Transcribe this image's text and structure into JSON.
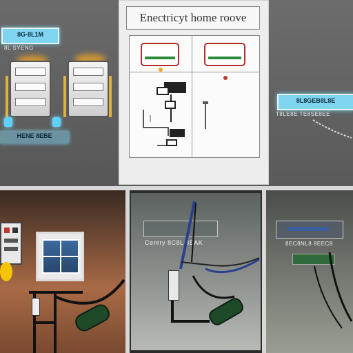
{
  "center": {
    "title": "Enectricyt home roove"
  },
  "left_top": {
    "label_top": "8G-8L1M",
    "caption_top": "8L SYENG",
    "label_bottom": "HENE 8EBE"
  },
  "right_top": {
    "label": "8L8GEB8L8E",
    "caption": "T8LE8E TE8SE8EE"
  },
  "mid_bottom": {
    "label": "",
    "caption": "Cenrry 8C8L 8EAK"
  },
  "right_bottom": {
    "caption": "8EC8NL8 8EEC8"
  },
  "colors": {
    "background": "#5d5d5d",
    "label_fill": "#7fd4f0",
    "label_glow": "#a6e6ff",
    "accent_orange": "#f5a623",
    "accent_red": "#c0392b",
    "accent_green": "#2e8b3d",
    "wire_blue": "#2a3f8f",
    "plug_green": "#1f4a2a"
  }
}
